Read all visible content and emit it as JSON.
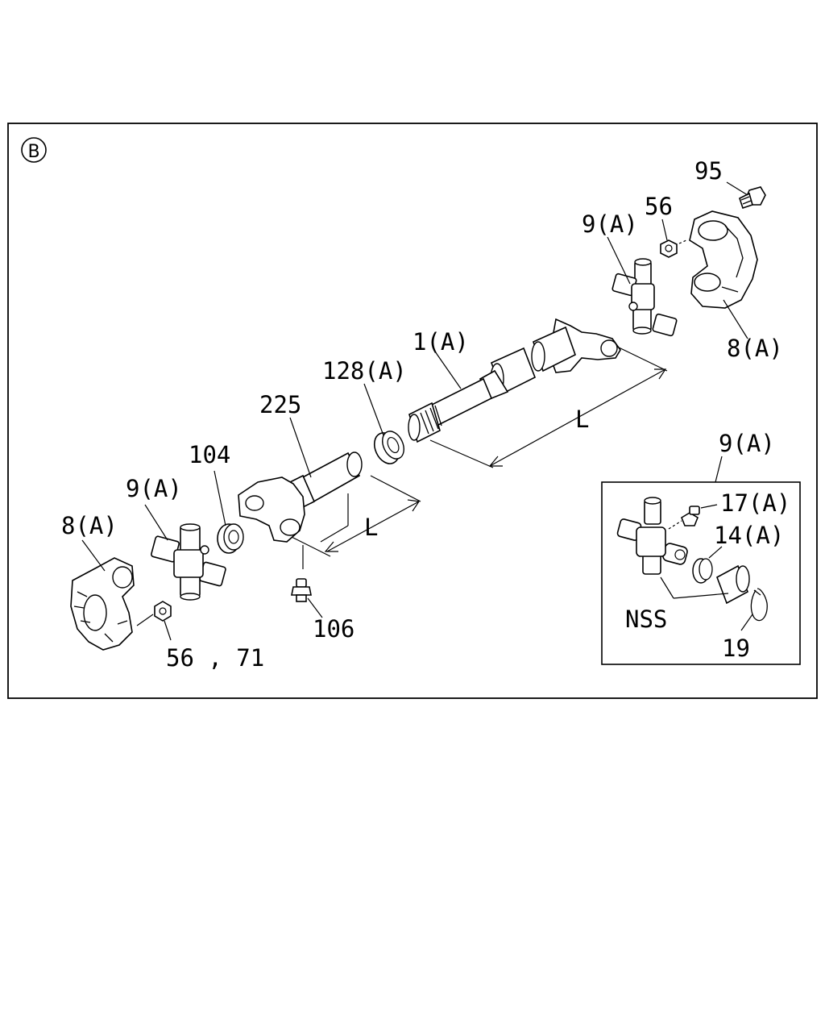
{
  "view_marker": "B",
  "labels": {
    "bolt_95": "95",
    "nut_56_top": "56",
    "cross_9a_top": "9(A)",
    "yoke_8a_right": "8(A)",
    "shaft_1a": "1(A)",
    "seal_128a": "128(A)",
    "yoke_225": "225",
    "seal_104": "104",
    "cross_9a_left": "9(A)",
    "yoke_8a_left": "8(A)",
    "nut_56_71": "56 , 71",
    "fitting_106": "106",
    "dim_l_long": "L",
    "dim_l_short": "L",
    "inset_9a": "9(A)",
    "inset_17a": "17(A)",
    "inset_14a": "14(A)",
    "inset_nss": "NSS",
    "inset_19": "19"
  }
}
